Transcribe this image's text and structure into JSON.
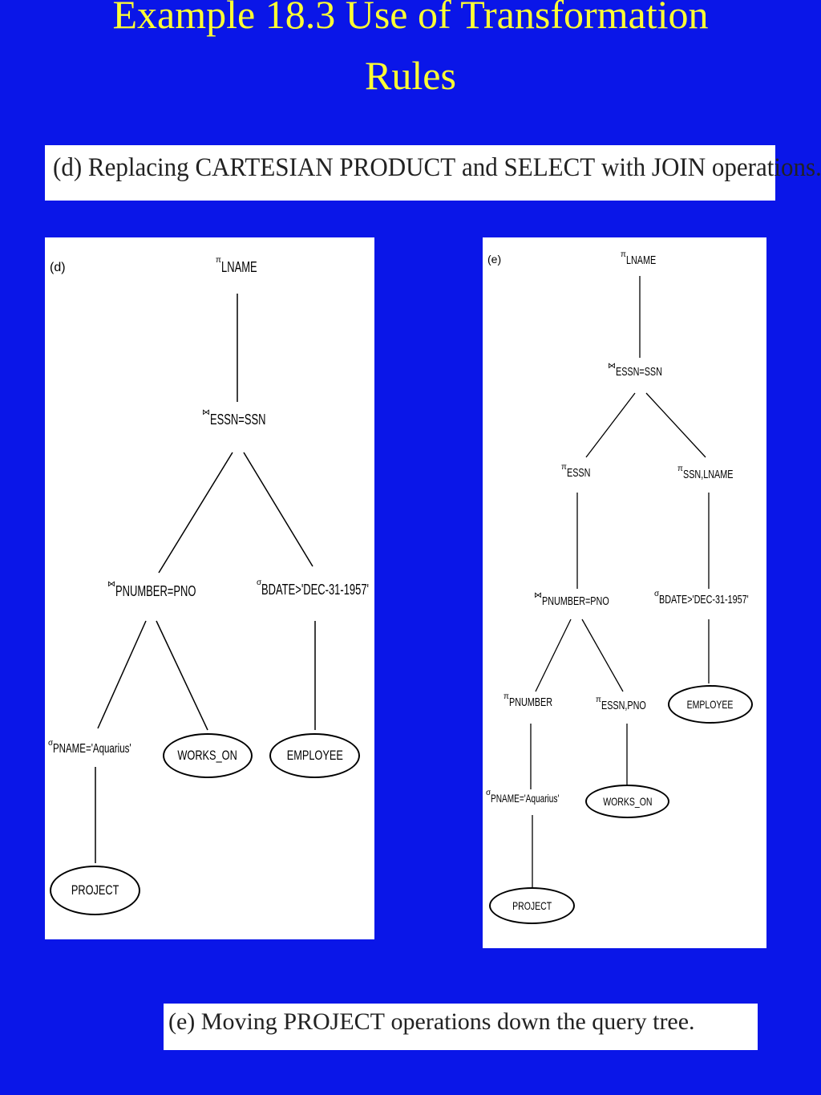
{
  "title": {
    "line1": "Example 18.3 Use of Transformation",
    "line2": "Rules"
  },
  "caption_d": {
    "prefix": "(d) Replacing ",
    "cartesian_product": "CARTESIAN PRODUCT",
    "and": " and ",
    "select": "SELECT",
    "with": " with ",
    "join": "JOIN",
    "suffix": " operations."
  },
  "caption_e": {
    "prefix": "(e) Moving ",
    "project": "PROJECT",
    "suffix": " operations down the query tree."
  },
  "tree_d": {
    "label": "(d)",
    "pi_symbol": "π",
    "sigma_symbol": "σ",
    "join_symbol": "⋈",
    "root": "LNAME",
    "join1": "ESSN=SSN",
    "join2": "PNUMBER=PNO",
    "select_bdate": "BDATE>'DEC-31-1957'",
    "select_pname": "PNAME='Aquarius'",
    "works_on": "WORKS_ON",
    "employee": "EMPLOYEE",
    "project": "PROJECT"
  },
  "tree_e": {
    "label": "(e)",
    "pi_symbol": "π",
    "sigma_symbol": "σ",
    "join_symbol": "⋈",
    "root": "LNAME",
    "join1": "ESSN=SSN",
    "proj_essn": "ESSN",
    "proj_ssn_lname": "SSN,LNAME",
    "join2": "PNUMBER=PNO",
    "select_bdate": "BDATE>'DEC-31-1957'",
    "proj_pnumber": "PNUMBER",
    "proj_essn_pno": "ESSN,PNO",
    "employee": "EMPLOYEE",
    "select_pname": "PNAME='Aquarius'",
    "works_on": "WORKS_ON",
    "project": "PROJECT"
  }
}
